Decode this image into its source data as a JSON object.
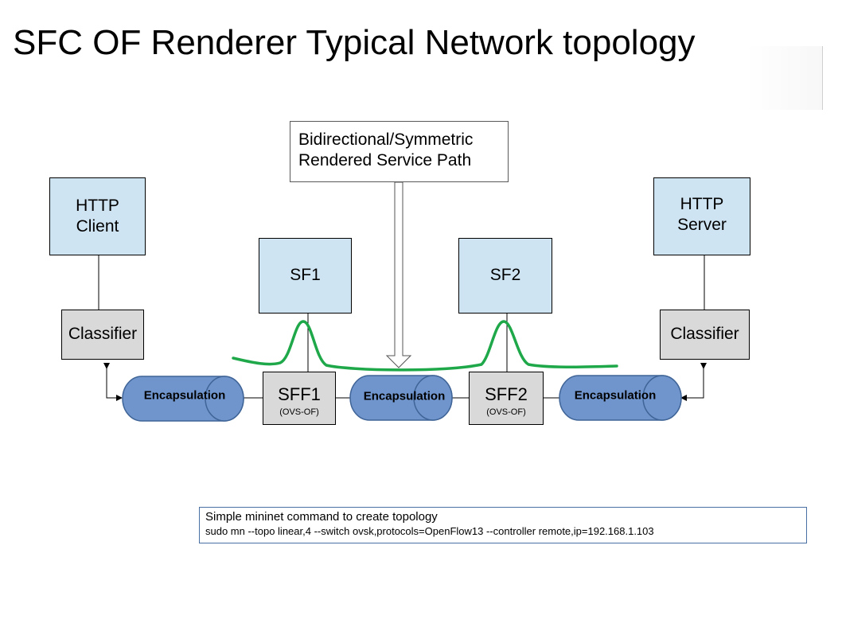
{
  "slide": {
    "title": "SFC OF Renderer Typical Network topology"
  },
  "callout": {
    "line1": "Bidirectional/Symmetric",
    "line2": "Rendered Service Path"
  },
  "nodes": {
    "http_client": {
      "line1": "HTTP",
      "line2": "Client"
    },
    "http_server": {
      "line1": "HTTP",
      "line2": "Server"
    },
    "sf1": {
      "label": "SF1"
    },
    "sf2": {
      "label": "SF2"
    },
    "classifier_left": {
      "label": "Classifier"
    },
    "classifier_right": {
      "label": "Classifier"
    },
    "sff1": {
      "label": "SFF1",
      "sub": "(OVS-OF)"
    },
    "sff2": {
      "label": "SFF2",
      "sub": "(OVS-OF)"
    }
  },
  "encapsulation": {
    "left": "Encapsulation",
    "middle": "Encapsulation",
    "right": "Encapsulation"
  },
  "command_box": {
    "heading": "Simple mininet command to create topology",
    "command": "sudo mn --topo linear,4  --switch ovsk,protocols=OpenFlow13  --controller  remote,ip=192.168.1.103"
  },
  "colors": {
    "node_fill": "#cfe4f2",
    "classifier_fill": "#d9d9d9",
    "cylinder_fill": "#6f95cc",
    "cylinder_stroke": "#3f6497",
    "path_green": "#1fa84a"
  }
}
